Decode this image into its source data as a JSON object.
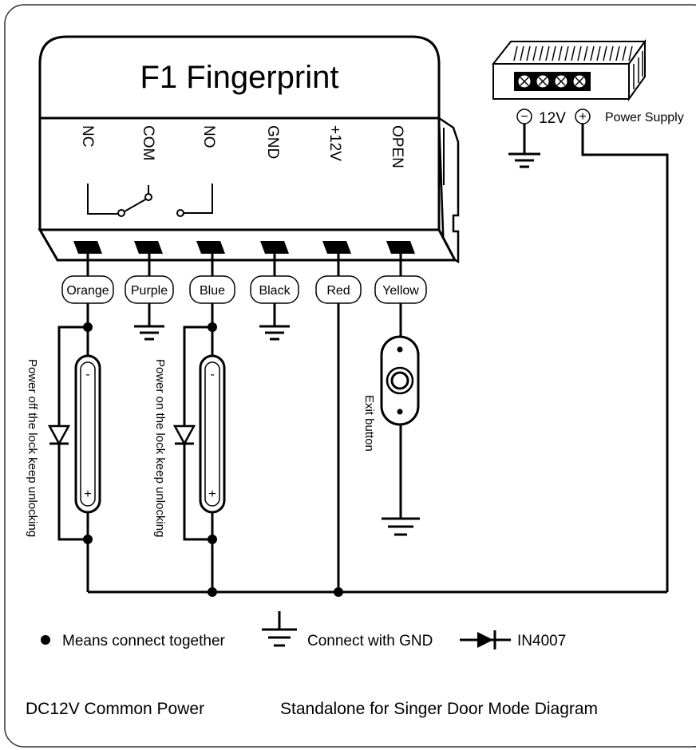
{
  "device": {
    "title": "F1 Fingerprint",
    "terminals": [
      "NC",
      "COM",
      "NO",
      "GND",
      "+12V",
      "OPEN"
    ]
  },
  "wires": {
    "colors": [
      "Orange",
      "Purple",
      "Blue",
      "Black",
      "Red",
      "Yellow"
    ]
  },
  "power_supply": {
    "voltage": "12V",
    "label": "Power Supply",
    "minus_symbol": "−",
    "plus_symbol": "+"
  },
  "locks": [
    {
      "minus": "-",
      "plus": "+",
      "caption": "Power off the lock keep unlocking"
    },
    {
      "minus": "-",
      "plus": "+",
      "caption": "Power on the lock keep unlocking"
    }
  ],
  "exit_button": {
    "label": "Exit button"
  },
  "legend": {
    "dot_text": "Means connect together",
    "gnd_text": "Connect with GND",
    "diode_text": "IN4007"
  },
  "footer": {
    "left": "DC12V Common Power",
    "right": "Standalone for Singer Door Mode Diagram"
  }
}
